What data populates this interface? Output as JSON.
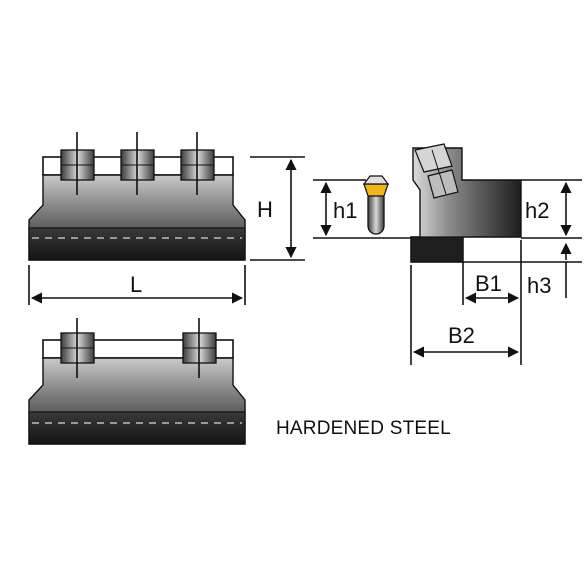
{
  "labels": {
    "H": "H",
    "L": "L",
    "h1": "h1",
    "h2": "h2",
    "h3": "h3",
    "B1": "B1",
    "B2": "B2"
  },
  "caption": "HARDENED STEEL",
  "colors": {
    "body_dark": "#1c1c1c",
    "body_mid": "#6e6e6e",
    "body_light": "#bdbdbd",
    "insert_gold": "#f2b51c",
    "line": "#111111"
  }
}
